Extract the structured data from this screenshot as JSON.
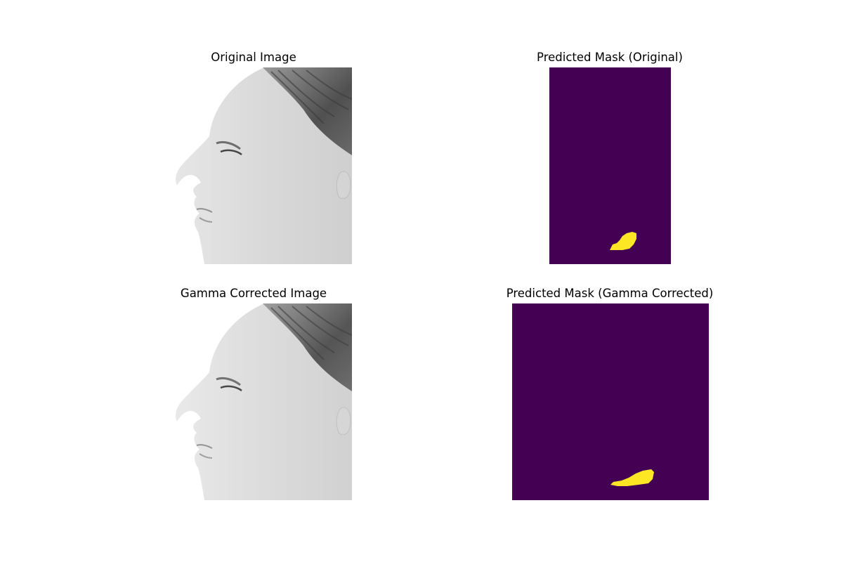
{
  "figure": {
    "panels": [
      {
        "title": "Original Image",
        "kind": "grayscale-photo",
        "subject": "face-profile-left"
      },
      {
        "title": "Predicted Mask (Original)",
        "kind": "segmentation-mask",
        "background_color": "#440154",
        "mask_color": "#fde725"
      },
      {
        "title": "Gamma Corrected Image",
        "kind": "grayscale-photo",
        "subject": "face-profile-left"
      },
      {
        "title": "Predicted Mask (Gamma Corrected)",
        "kind": "segmentation-mask",
        "background_color": "#440154",
        "mask_color": "#fde725"
      }
    ]
  }
}
